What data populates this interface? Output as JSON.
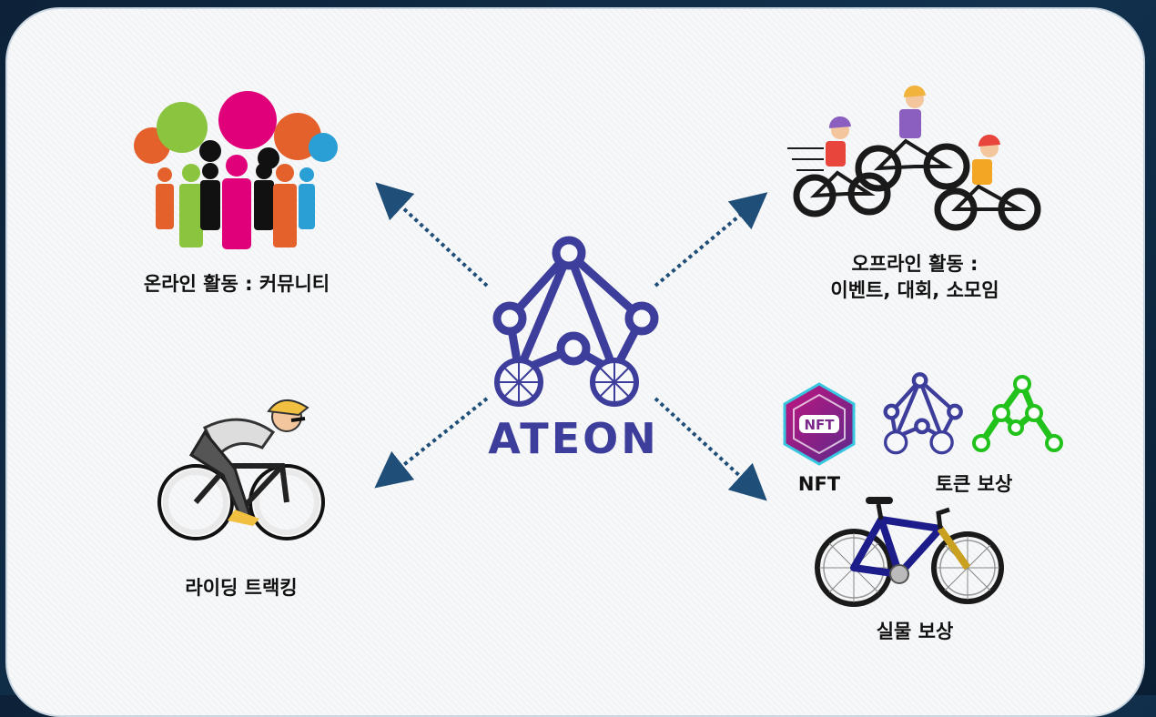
{
  "center": {
    "logo_text": "ATEON"
  },
  "nodes": {
    "online": {
      "label": "온라인 활동 : 커뮤니티"
    },
    "offline": {
      "label_line1": "오프라인 활동 :",
      "label_line2": "이벤트, 대회, 소모임"
    },
    "tracking": {
      "label": "라이딩 트랙킹"
    },
    "token": {
      "nft_badge": "NFT",
      "nft_label": "NFT",
      "token_label": "토큰 보상"
    },
    "physical": {
      "label": "실물 보상"
    }
  },
  "colors": {
    "brand": "#3d3d9b",
    "arrow": "#1f4e79",
    "nft": "#7b2a8c",
    "green": "#22c21c"
  }
}
